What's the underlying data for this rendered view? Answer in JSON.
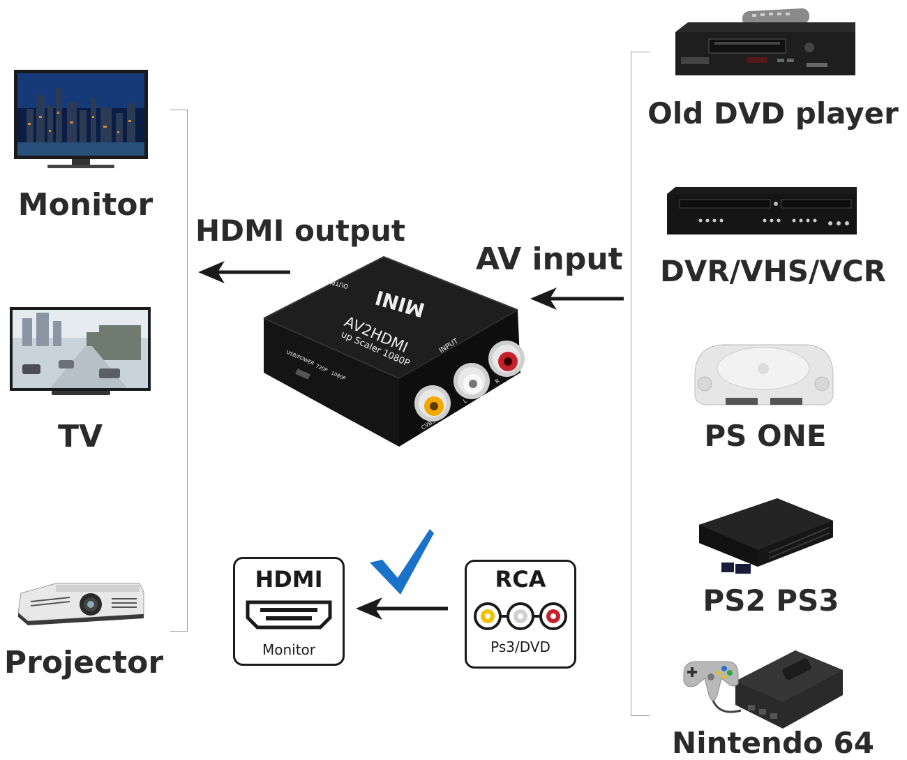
{
  "left_devices": [
    {
      "label": "Monitor"
    },
    {
      "label": "TV"
    },
    {
      "label": "Projector"
    }
  ],
  "right_devices": [
    {
      "label": "Old DVD player"
    },
    {
      "label": "DVR/VHS/VCR"
    },
    {
      "label": "PS ONE"
    },
    {
      "label": "PS2 PS3"
    },
    {
      "label": "Nintendo 64"
    }
  ],
  "flow": {
    "output_label": "HDMI output",
    "input_label": "AV input"
  },
  "adapter": {
    "brand": "MINI",
    "model": "AV2HDMI",
    "subtitle": "up Scaler 1080P",
    "output_port": "OUTPUT",
    "input_port": "INPUT",
    "usb_label": "USB/POWER",
    "switch_720": "720P",
    "switch_1080": "1080P",
    "cvbs": "CVBS",
    "left": "L",
    "right": "R"
  },
  "hdmi_box": {
    "title": "HDMI",
    "caption": "Monitor"
  },
  "rca_box": {
    "title": "RCA",
    "caption": "Ps3/DVD"
  },
  "colors": {
    "check": "#1a73c8",
    "rca_yellow": "#f2c200",
    "rca_white": "#e8e8e8",
    "rca_red": "#c8202a"
  }
}
